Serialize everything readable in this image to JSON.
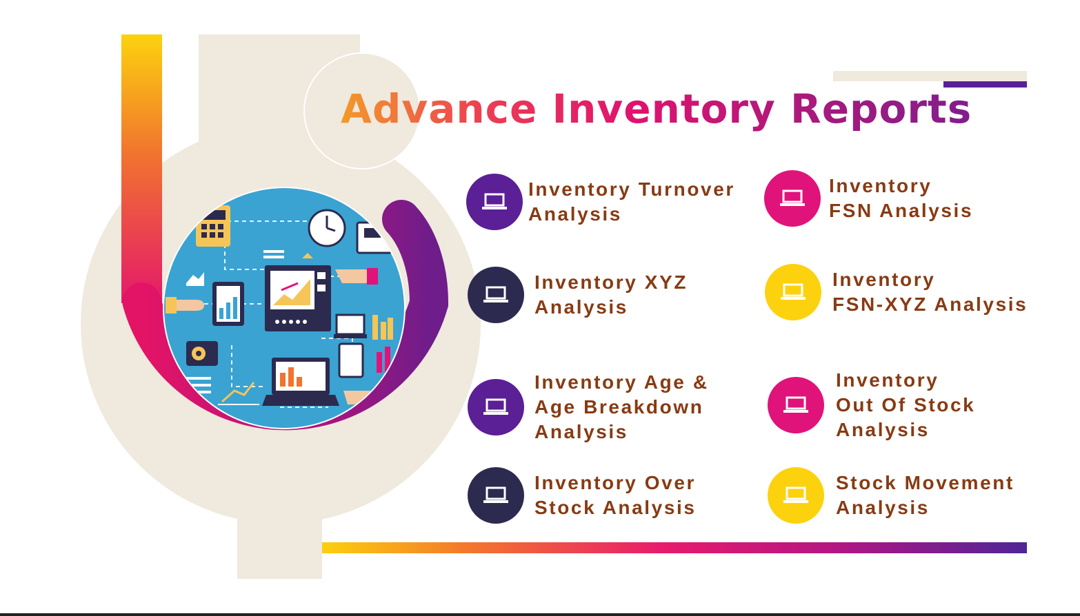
{
  "title": "Advance Inventory Reports",
  "colors": {
    "purple": "#5b1f96",
    "navy": "#2c2a4f",
    "magenta": "#e0137a",
    "yellow": "#fcd20f",
    "label_text": "#873b14",
    "beige": "#efe9de",
    "scene_blue": "#3aa3d2"
  },
  "reports": [
    {
      "label": "Inventory Turnover\nAnalysis",
      "icon": "laptop-icon",
      "color": "purple"
    },
    {
      "label": "Inventory\nFSN Analysis",
      "icon": "laptop-icon",
      "color": "magenta"
    },
    {
      "label": "Inventory XYZ\nAnalysis",
      "icon": "laptop-icon",
      "color": "navy"
    },
    {
      "label": "Inventory\nFSN-XYZ Analysis",
      "icon": "laptop-icon",
      "color": "yellow"
    },
    {
      "label": "Inventory Age &\nAge Breakdown\nAnalysis",
      "icon": "laptop-icon",
      "color": "purple"
    },
    {
      "label": "Inventory\nOut Of Stock\nAnalysis",
      "icon": "laptop-icon",
      "color": "magenta"
    },
    {
      "label": "Inventory Over\nStock Analysis",
      "icon": "laptop-icon",
      "color": "navy"
    },
    {
      "label": "Stock Movement\nAnalysis",
      "icon": "laptop-icon",
      "color": "yellow"
    }
  ]
}
